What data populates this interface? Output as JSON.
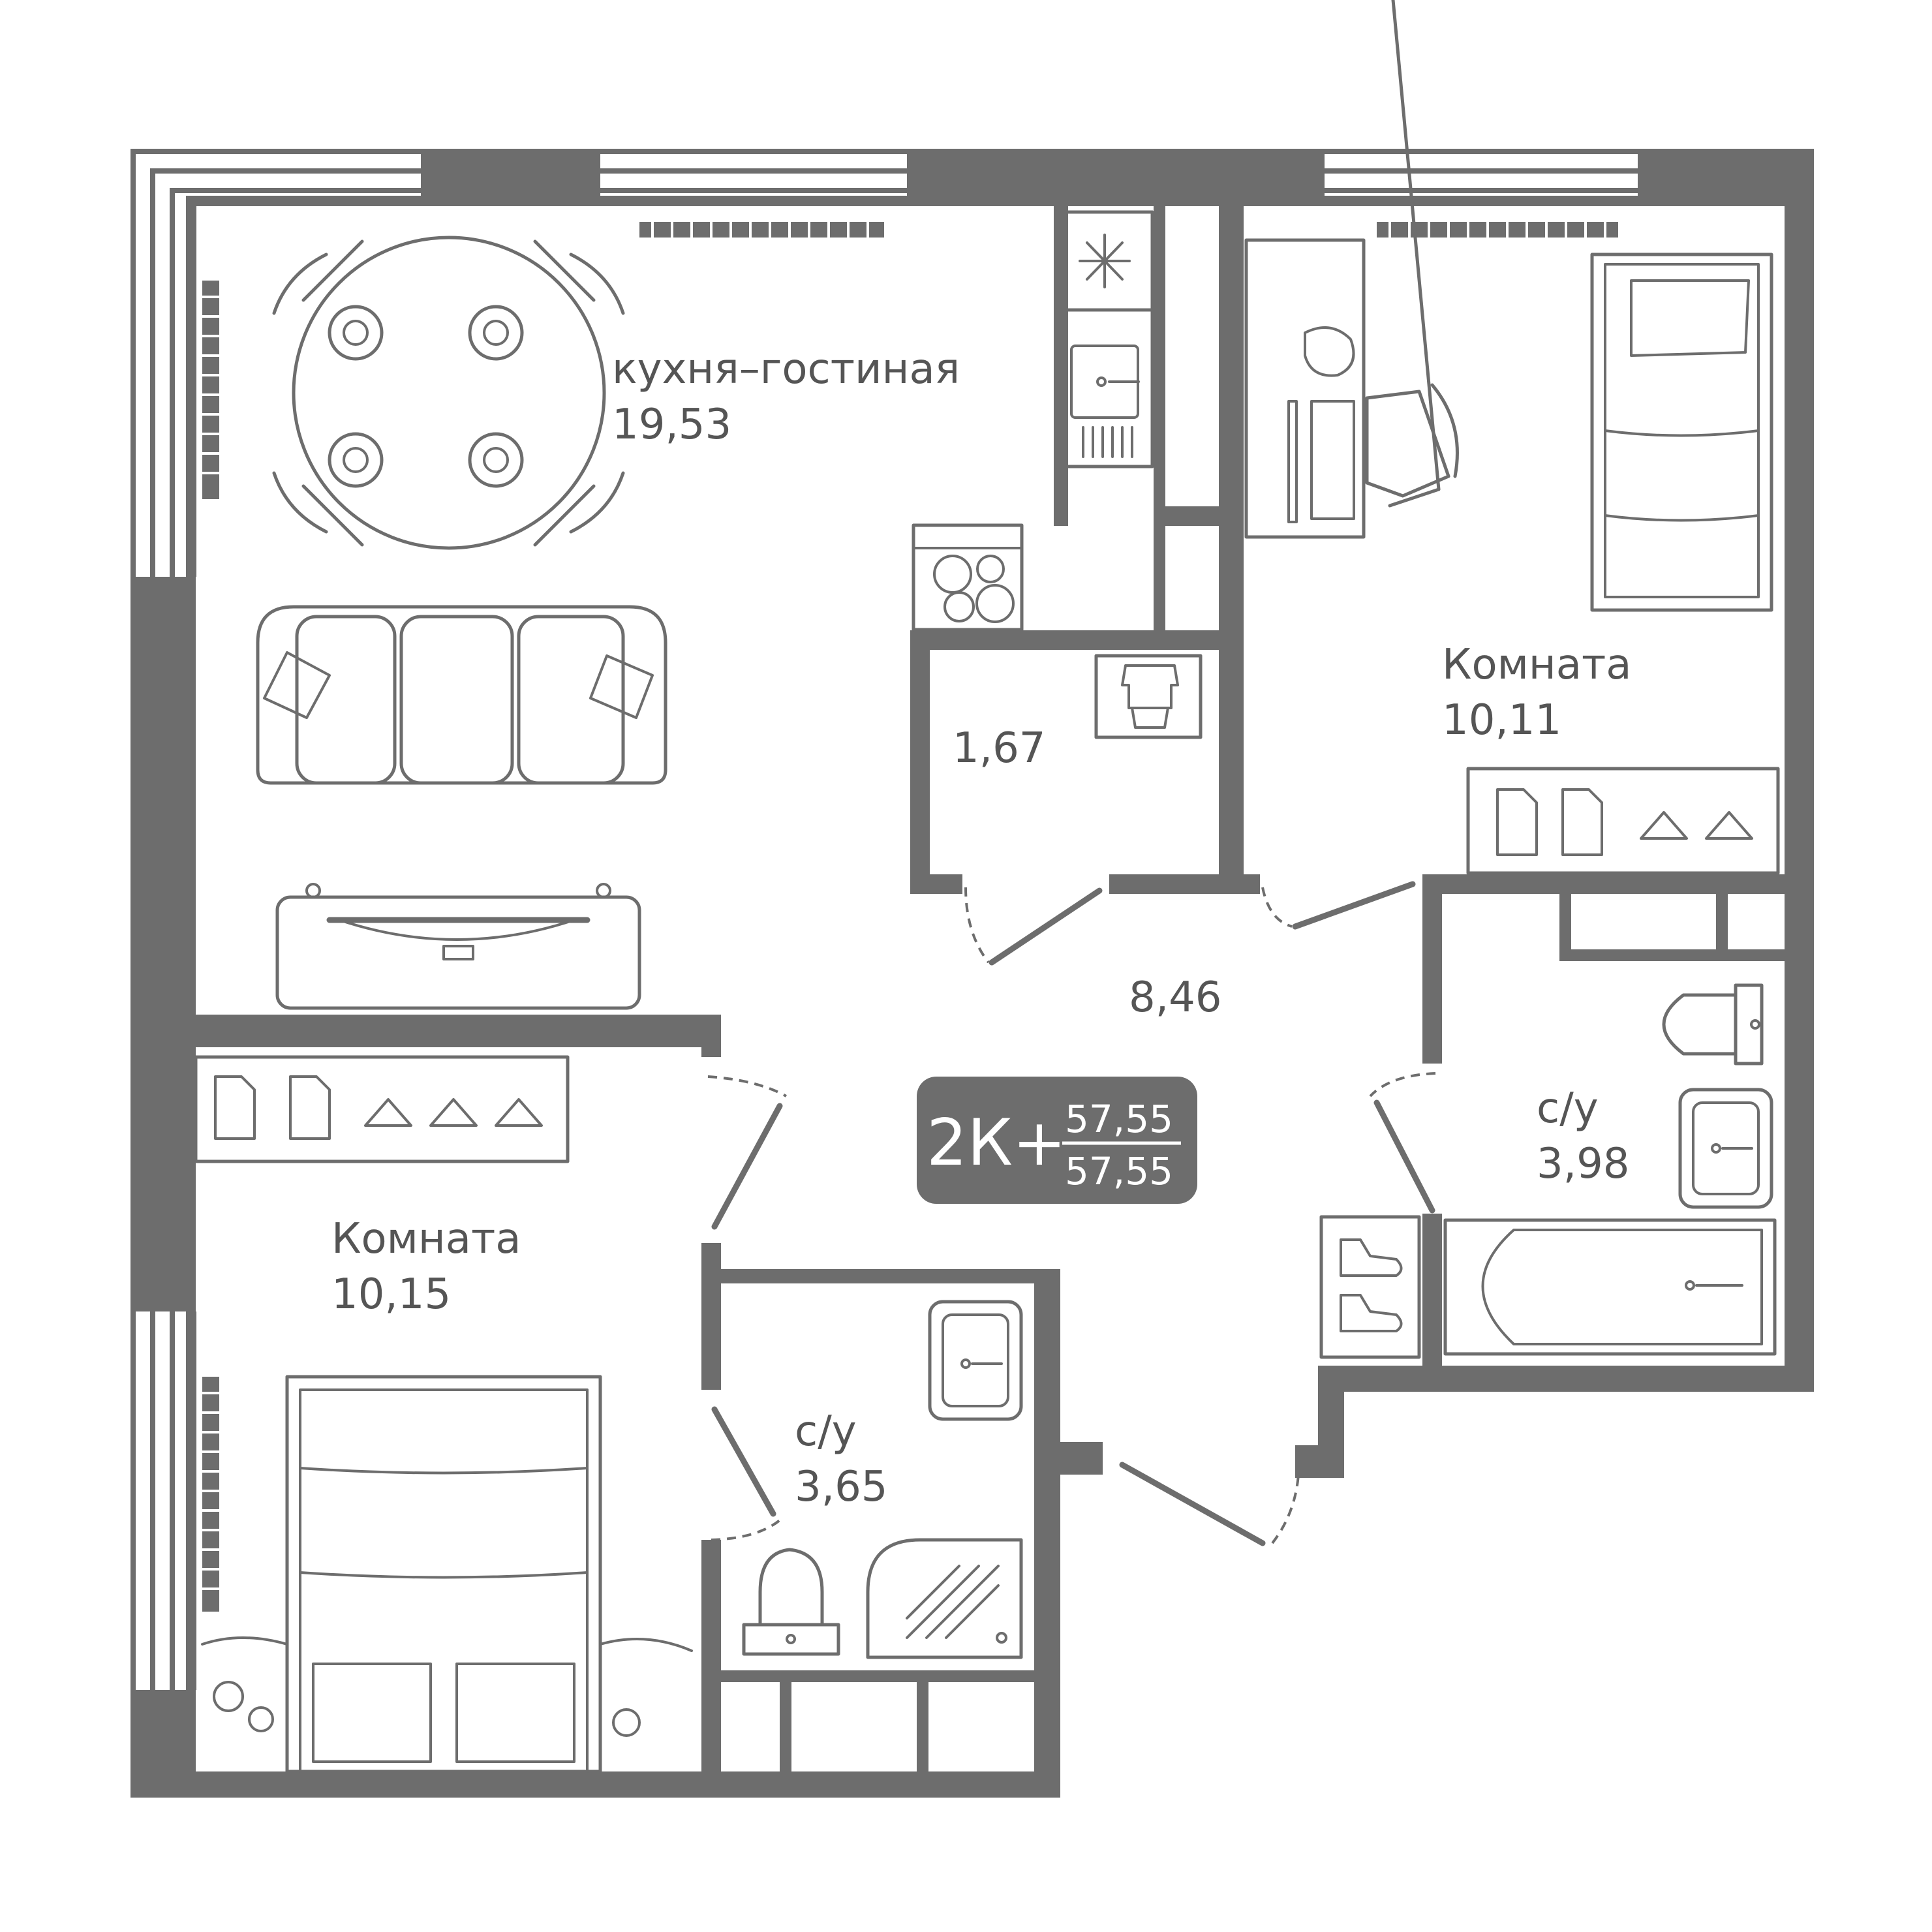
{
  "rooms": [
    {
      "id": "kitchen-living",
      "name": "кухня–гостиная",
      "area": "19,53"
    },
    {
      "id": "bedroom-top-right",
      "name": "Комната",
      "area": "10,11"
    },
    {
      "id": "bedroom-bottom-left",
      "name": "Комната",
      "area": "10,15"
    },
    {
      "id": "storage",
      "name": "",
      "area": "1,67"
    },
    {
      "id": "hallway",
      "name": "",
      "area": "8,46"
    },
    {
      "id": "bathroom-right",
      "name": "с/у",
      "area": "3,98"
    },
    {
      "id": "bathroom-left",
      "name": "с/у",
      "area": "3,65"
    }
  ],
  "summary": {
    "type": "2К+",
    "total_area": "57,55",
    "living_area": "57,55"
  },
  "icons": [
    "dining-table-icon",
    "sofa-icon",
    "tv-stand-icon",
    "fridge-icon",
    "sink-icon",
    "stove-icon",
    "washing-machine-icon",
    "desk-icon",
    "chair-icon",
    "single-bed-icon",
    "double-bed-icon",
    "wardrobe-icon",
    "toilet-icon",
    "bathtub-icon",
    "shower-icon",
    "shoe-rack-icon",
    "radiator-icon",
    "door-icon",
    "window-icon"
  ],
  "colors": {
    "wall": "#6d6d6d",
    "text": "#555555",
    "badge": "#6d6d6d",
    "background": "#ffffff"
  }
}
